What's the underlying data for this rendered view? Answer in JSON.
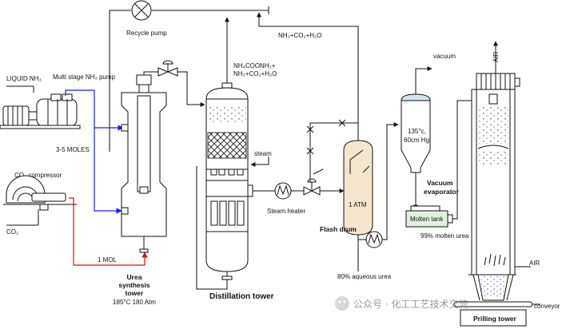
{
  "labels": {
    "recycle_pump": "Recycle pump",
    "liquid_nh3": "LIQUID NH₃",
    "multistage_pump": "Multi stage NH₃ pump",
    "moles": "3-5 MOLES",
    "co2_compressor": "CO₂ compressor",
    "co2": "CO₂",
    "one_mol": "1 MOL",
    "reactor_name_1": "Urea",
    "reactor_name_2": "synthesis",
    "reactor_name_3": "tower",
    "reactor_conditions": "185°C 180 Atm",
    "top_stream_1": "NH₄COONH₂+",
    "top_stream_2": "NH₃+CO₂+H₂O",
    "recycle_stream": "NH₃+CO₂+H₂O",
    "steam": "steam",
    "steam_heater": "Steam heater",
    "distillation_tower": "Distillation tower",
    "one_atm": "1 ATM",
    "flash_drum": "Flash drum",
    "aqueous_urea": "80% aqueous urea",
    "vacuum": "vacuum",
    "evap_conditions_1": "135°c,",
    "evap_conditions_2": "60cm Hg",
    "vacuum_evaporator_1": "Vacuum",
    "vacuum_evaporator_2": "evaporator",
    "molten_tank": "Molten tank",
    "molten_urea": "99% molten urea",
    "air_top": "AIR",
    "air_side": "AIR",
    "conveyor": "conveyor",
    "prilling_tower": "Prilling tower",
    "watermark": "公众号 · 化工工艺技术交流"
  },
  "colors": {
    "line": "#111111",
    "nh3_feed": "#1d1df0",
    "co2_feed": "#e01010",
    "vapor_tint": "#cfe4f2",
    "prill_tint": "#cfd9ff"
  }
}
